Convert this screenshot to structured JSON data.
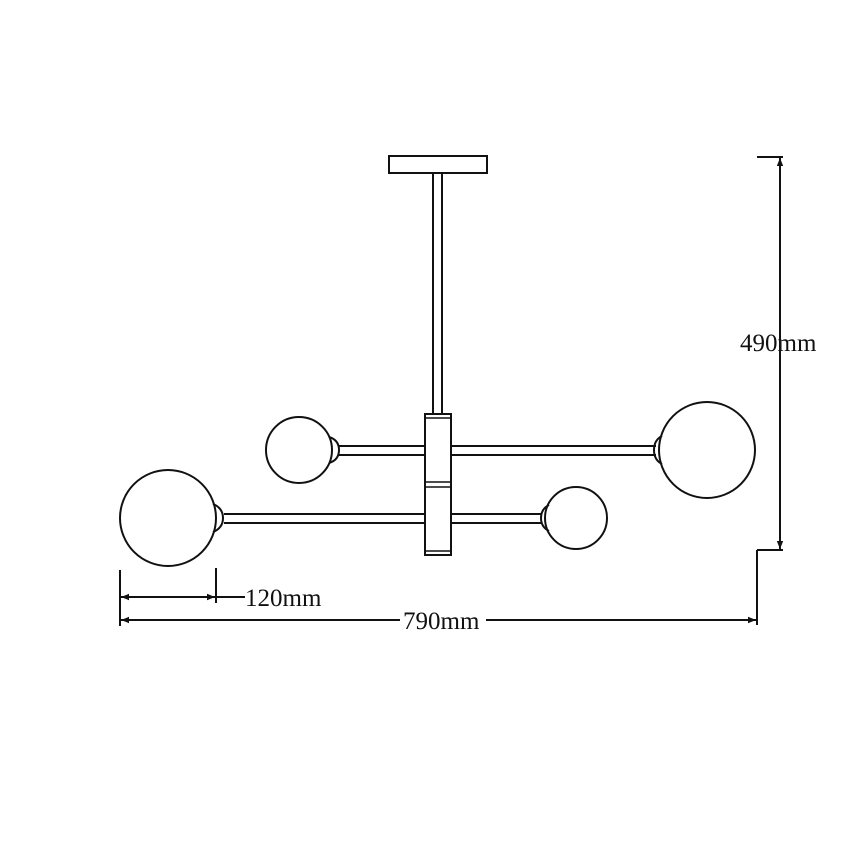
{
  "drawing": {
    "subject": "pendant",
    "line_color": "#111111",
    "background": "#ffffff"
  },
  "dimensions": {
    "height_label": "490mm",
    "width_label": "790mm",
    "globe_label": "120mm"
  }
}
